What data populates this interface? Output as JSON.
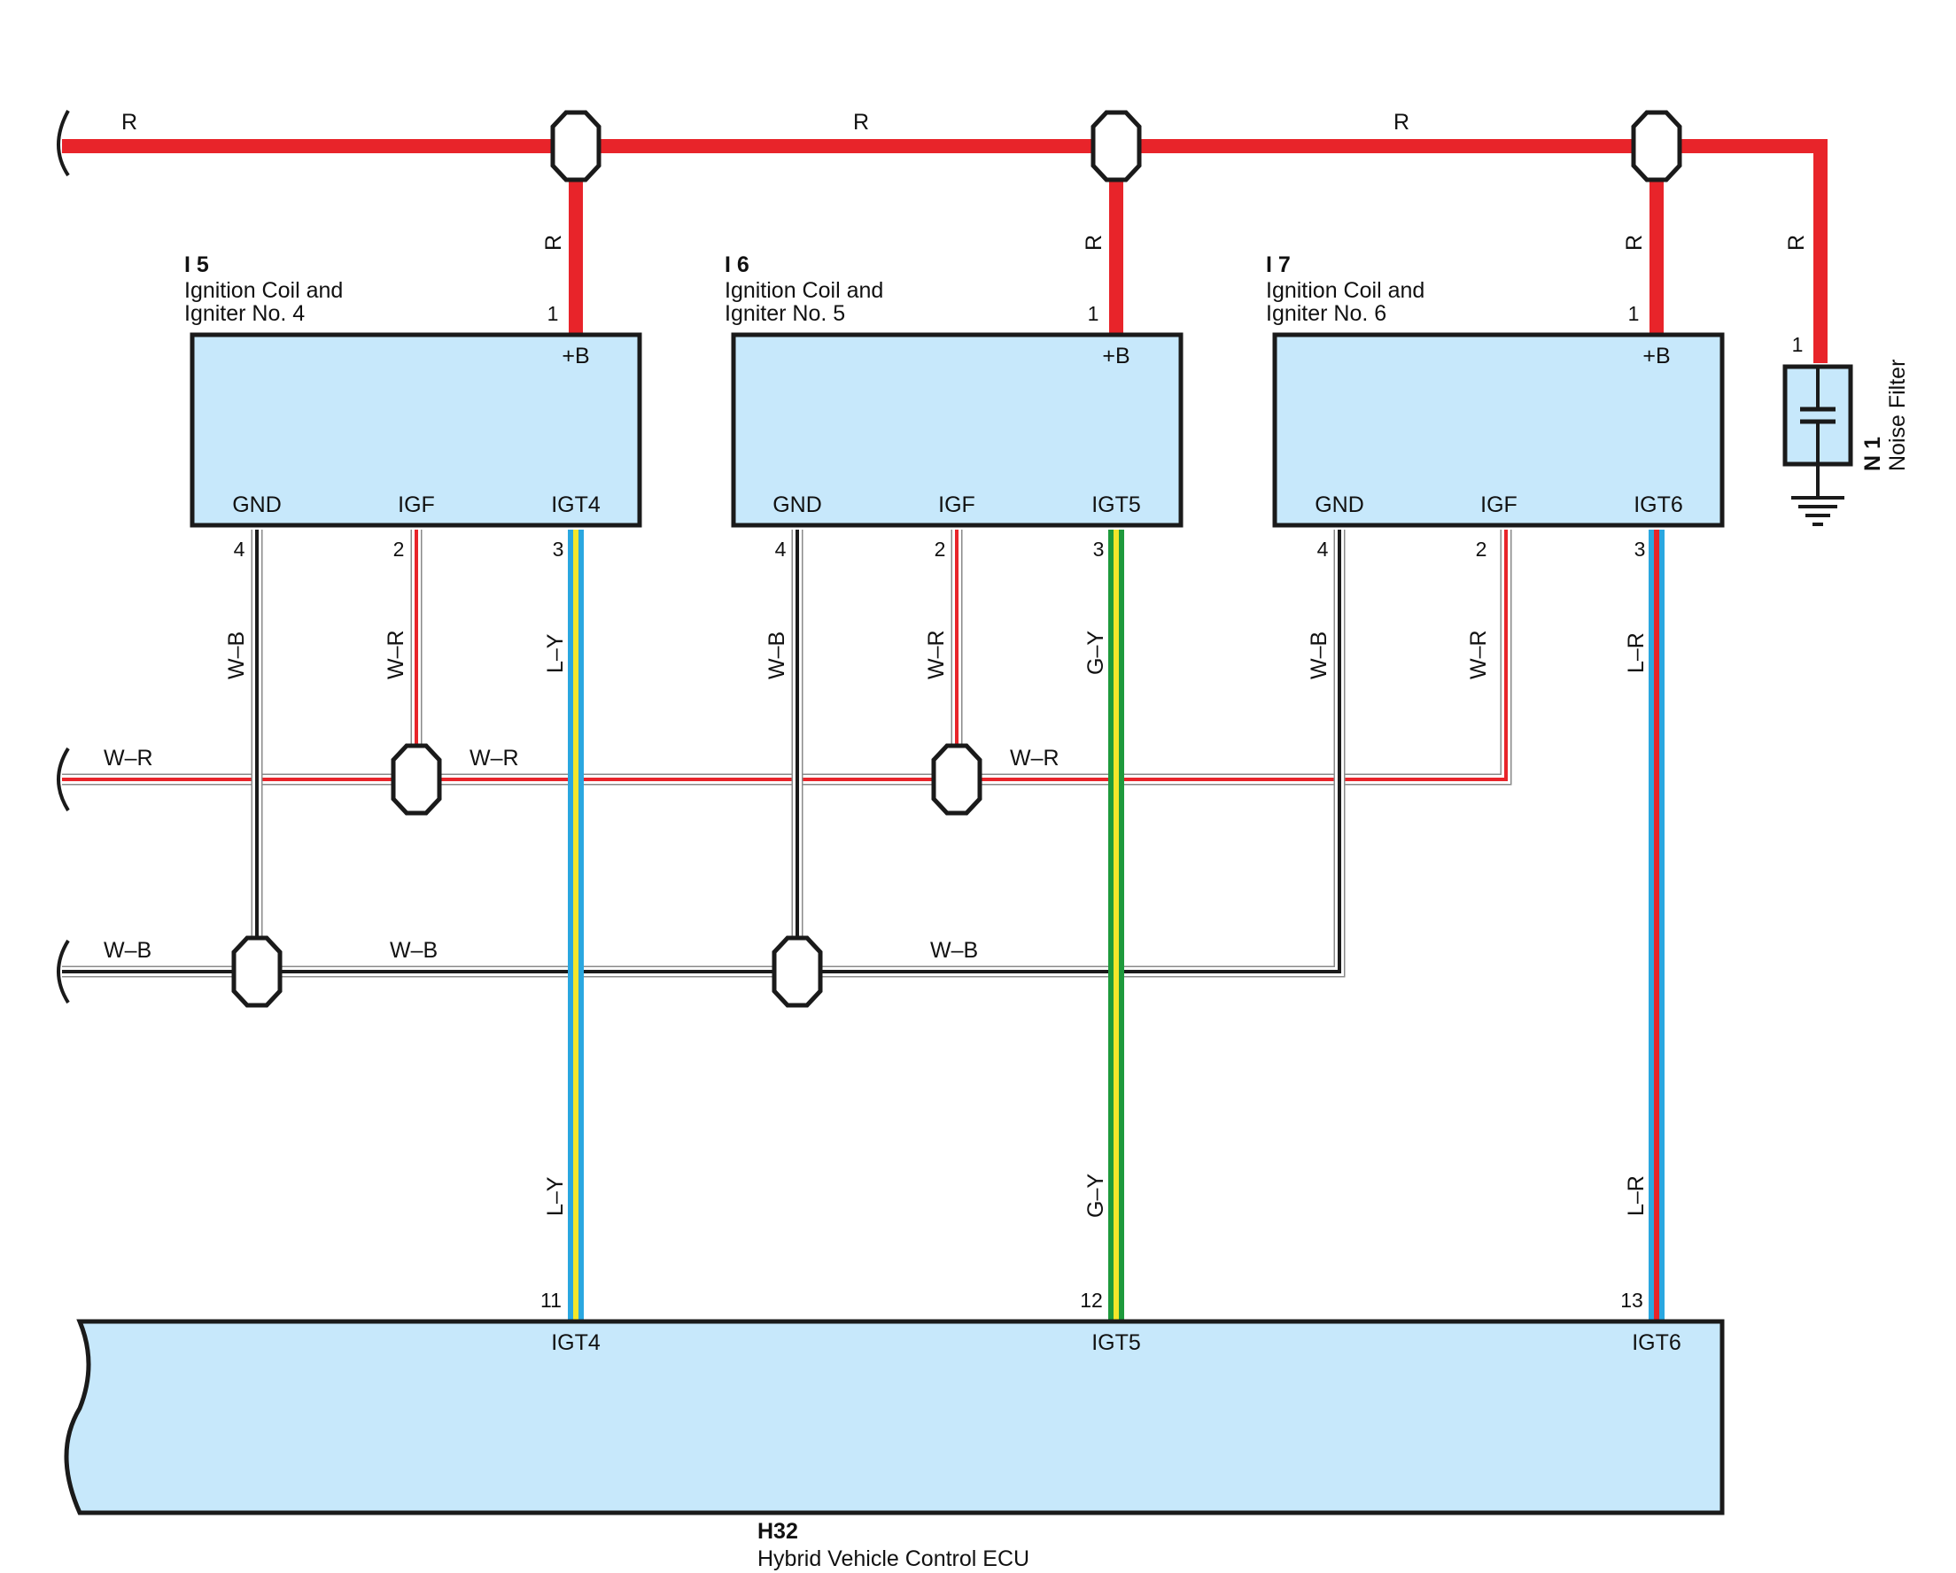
{
  "colors": {
    "R": "#e8242a",
    "W": "#ffffff",
    "B": "#1a1a1a",
    "L": "#2aa7e0",
    "Y": "#f3e62a",
    "G": "#1e9a3c",
    "box_fill": "#c7e8fb",
    "outline": "#1a1a1a",
    "wire_edge": "#8a8a8a"
  },
  "bus_labels": {
    "red_1": "R",
    "red_2": "R",
    "red_3": "R",
    "wr_1": "W–R",
    "wr_2": "W–R",
    "wr_3": "W–R",
    "wb_1": "W–B",
    "wb_2": "W–B",
    "wb_3": "W–B"
  },
  "coils": [
    {
      "code": "I 5",
      "name_line1": "Ignition Coil and",
      "name_line2": "Igniter No. 4",
      "pins": {
        "plus_b": "+B",
        "gnd": "GND",
        "igf": "IGF",
        "igt": "IGT4"
      },
      "pin_numbers": {
        "plus_b": "1",
        "gnd": "4",
        "igf": "2",
        "igt": "3"
      },
      "feed_wire": "R",
      "gnd_wire": "W–B",
      "igf_wire": "W–R",
      "igt_wire": "L–Y",
      "igt_stripe": "Y",
      "igt_base": "L"
    },
    {
      "code": "I 6",
      "name_line1": "Ignition Coil and",
      "name_line2": "Igniter No. 5",
      "pins": {
        "plus_b": "+B",
        "gnd": "GND",
        "igf": "IGF",
        "igt": "IGT5"
      },
      "pin_numbers": {
        "plus_b": "1",
        "gnd": "4",
        "igf": "2",
        "igt": "3"
      },
      "feed_wire": "R",
      "gnd_wire": "W–B",
      "igf_wire": "W–R",
      "igt_wire": "G–Y",
      "igt_stripe": "Y",
      "igt_base": "G"
    },
    {
      "code": "I 7",
      "name_line1": "Ignition Coil and",
      "name_line2": "Igniter No. 6",
      "pins": {
        "plus_b": "+B",
        "gnd": "GND",
        "igf": "IGF",
        "igt": "IGT6"
      },
      "pin_numbers": {
        "plus_b": "1",
        "gnd": "4",
        "igf": "2",
        "igt": "3"
      },
      "feed_wire": "R",
      "gnd_wire": "W–B",
      "igf_wire": "W–R",
      "igt_wire": "L–R",
      "igt_stripe": "R",
      "igt_base": "L"
    }
  ],
  "noise_filter": {
    "code": "N 1",
    "name": "Noise Filter",
    "pin": "1",
    "wire": "R"
  },
  "ecu": {
    "code": "H32",
    "name": "Hybrid Vehicle Control ECU",
    "pins": [
      {
        "number": "11",
        "name": "IGT4",
        "wire": "L–Y"
      },
      {
        "number": "12",
        "name": "IGT5",
        "wire": "G–Y"
      },
      {
        "number": "13",
        "name": "IGT6",
        "wire": "L–R"
      }
    ]
  }
}
